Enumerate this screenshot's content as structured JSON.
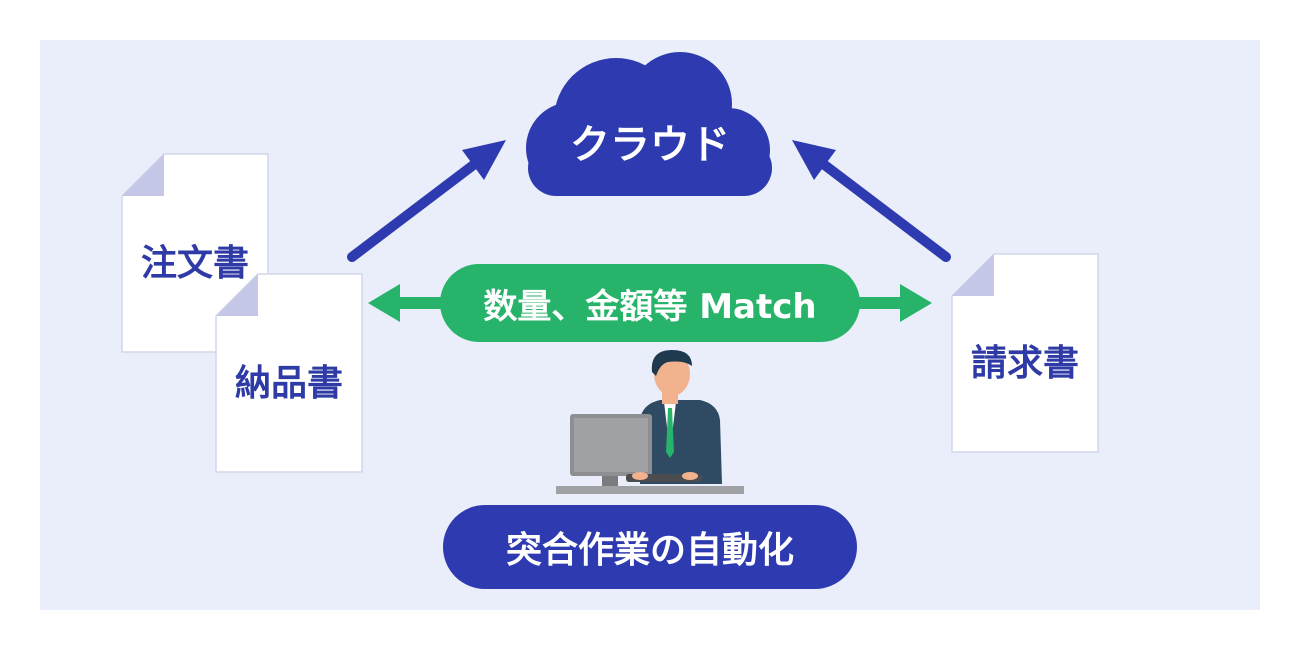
{
  "cloud": {
    "label": "クラウド"
  },
  "documents": {
    "order": "注文書",
    "delivery": "納品書",
    "invoice": "請求書"
  },
  "match_label": "数量、金額等 Match",
  "automation_label": "突合作業の自動化",
  "colors": {
    "background_panel": "#e9eefa",
    "navy": "#2e3aaf",
    "green": "#27b36a",
    "doc_fold": "#c5c7e6",
    "doc_border": "#d2d5ea"
  },
  "icons": [
    "cloud-icon",
    "document-icon",
    "person-at-computer-icon",
    "arrow-icon"
  ]
}
